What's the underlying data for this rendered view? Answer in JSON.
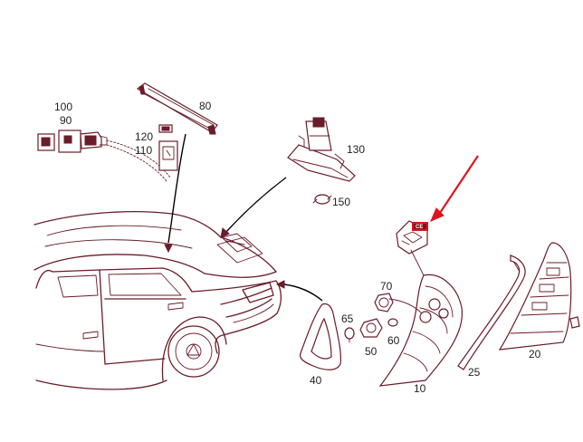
{
  "labels": {
    "p100": "100",
    "p90": "90",
    "p80": "80",
    "p120": "120",
    "p110": "110",
    "p130": "130",
    "p150": "150",
    "p70": "70",
    "p65": "65",
    "p50": "50",
    "p60": "60",
    "p40": "40",
    "p10": "10",
    "p25": "25",
    "p20": "20"
  },
  "badge": "CE",
  "colors": {
    "linework": "#6a1c2a",
    "highlight": "#e0141e",
    "leader": "#000000"
  }
}
